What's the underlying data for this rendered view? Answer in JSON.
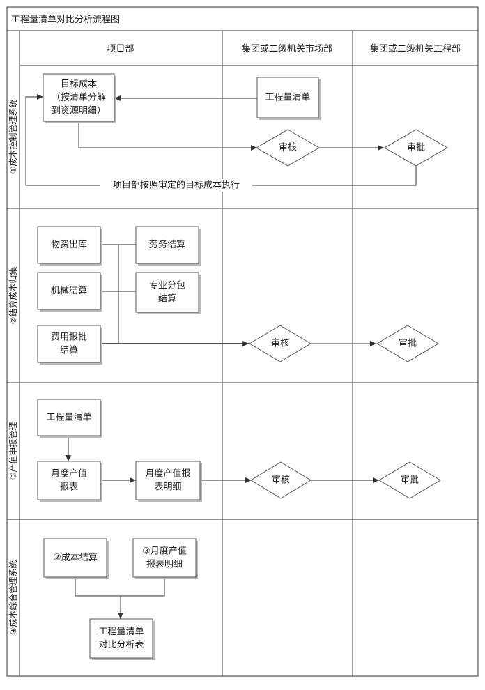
{
  "title": "工程量清单对比分析流程图",
  "lanes": {
    "project": "项目部",
    "market": "集团或二级机关市场部",
    "engineering": "集团或二级机关工程部"
  },
  "bands": {
    "b1": "①成本控制管理系统",
    "b2": "②结算成本归集",
    "b3": "③产值申报管理",
    "b4": "④成本综合管理系统"
  },
  "nodes": {
    "target_cost": [
      "目标成本",
      "（按清单分解",
      "到资源明细）"
    ],
    "bill_qty_1": [
      "工程量清单"
    ],
    "review_1": [
      "审核"
    ],
    "approve_1": [
      "审批"
    ],
    "material_out": [
      "物资出库"
    ],
    "labor_settle": [
      "劳务结算"
    ],
    "machine_settle": [
      "机械结算"
    ],
    "subcontract_settle": [
      "专业分包",
      "结算"
    ],
    "expense_settle": [
      "费用报批",
      "结算"
    ],
    "review_2": [
      "审核"
    ],
    "approve_2": [
      "审批"
    ],
    "bill_qty_3": [
      "工程量清单"
    ],
    "monthly_report": [
      "月度产值",
      "报表"
    ],
    "monthly_detail": [
      "月度产值报",
      "表明细"
    ],
    "review_3": [
      "审核"
    ],
    "approve_3": [
      "审批"
    ],
    "cost_settle_ref": [
      "②成本结算"
    ],
    "monthly_detail_ref": [
      "③月度产值",
      "报表明细"
    ],
    "compare_table": [
      "工程量清单",
      "对比分析表"
    ]
  },
  "edge_labels": {
    "execute": "项目部按照审定的目标成本执行"
  }
}
